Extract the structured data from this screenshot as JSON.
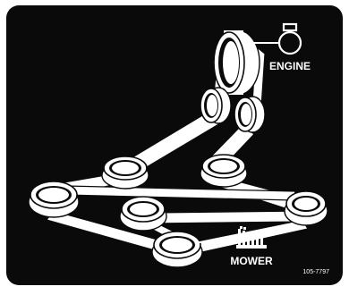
{
  "diagram": {
    "labels": {
      "engine": "ENGINE",
      "mower": "MOWER",
      "part_number": "105-7797"
    },
    "icons": {
      "engine": "engine-icon",
      "mower": "mower-deck-icon"
    },
    "colors": {
      "background": "#0a0a0a",
      "frame": "#ffffff",
      "belt": "#ffffff",
      "outline": "#0a0a0a"
    }
  }
}
